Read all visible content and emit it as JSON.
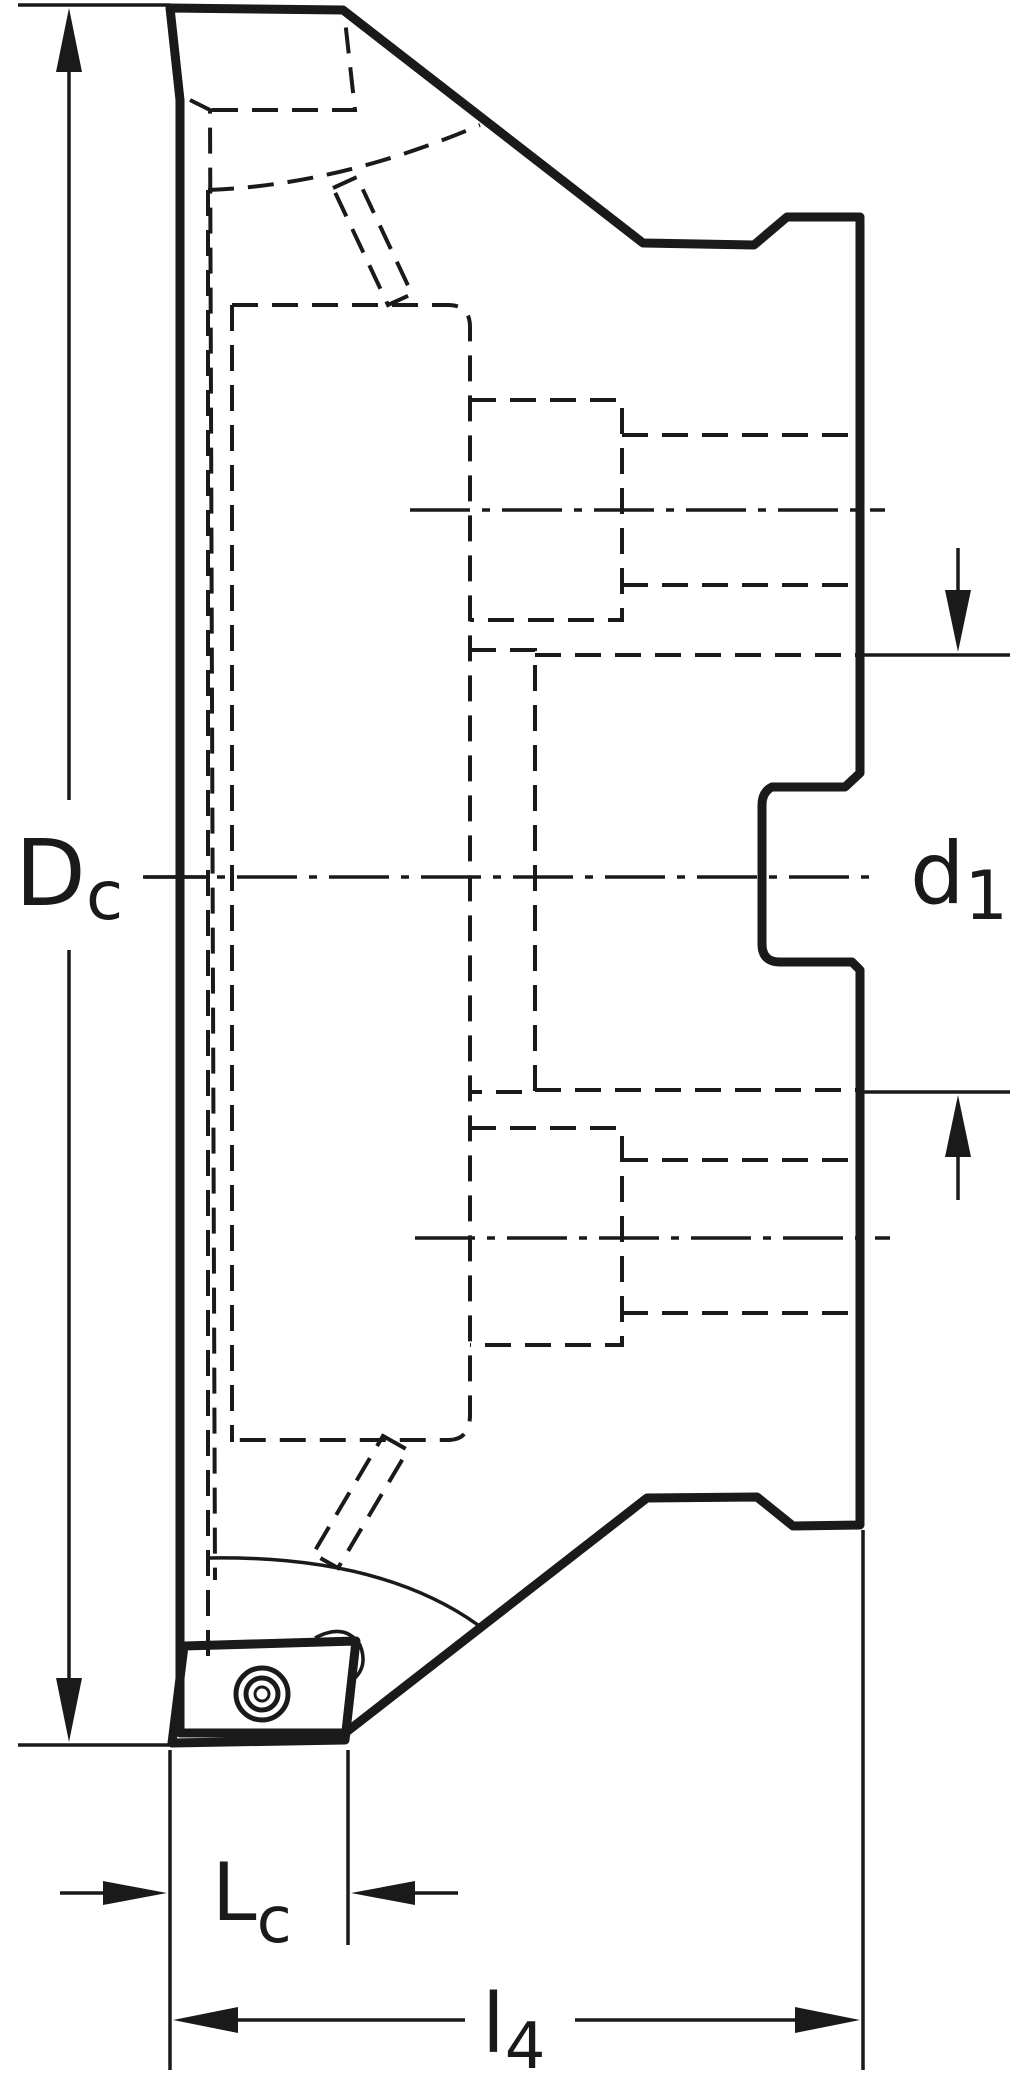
{
  "labels": {
    "dc_main": "D",
    "dc_sub": "c",
    "d1_main": "d",
    "d1_sub": "1",
    "lc_main": "L",
    "lc_sub": "c",
    "l4_main": "l",
    "l4_sub": "4"
  },
  "colors": {
    "body": "#d5dcdf",
    "outline": "#1a1a1a",
    "insert": "#f7c97a",
    "coolant": "#57d6f2",
    "background": "#ffffff"
  },
  "icons": {
    "insert_screw": "concentric-circle-screw",
    "coolant_channel": "cyan-bar"
  }
}
